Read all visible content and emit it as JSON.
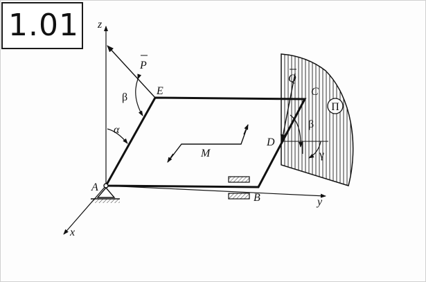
{
  "problem_number": "1.01",
  "labels": {
    "z_axis": "z",
    "y_axis": "y",
    "x_axis": "x",
    "point_a": "A",
    "point_b": "B",
    "point_c": "C",
    "point_d": "D",
    "point_e": "E",
    "force_p": "P",
    "force_q": "Q",
    "moment": "M",
    "angle_alpha": "α",
    "angle_beta_e": "β",
    "angle_beta_d": "β",
    "angle_gamma": "γ",
    "plane": "Π"
  },
  "colors": {
    "ink": "#111111",
    "hatch": "#333333"
  }
}
